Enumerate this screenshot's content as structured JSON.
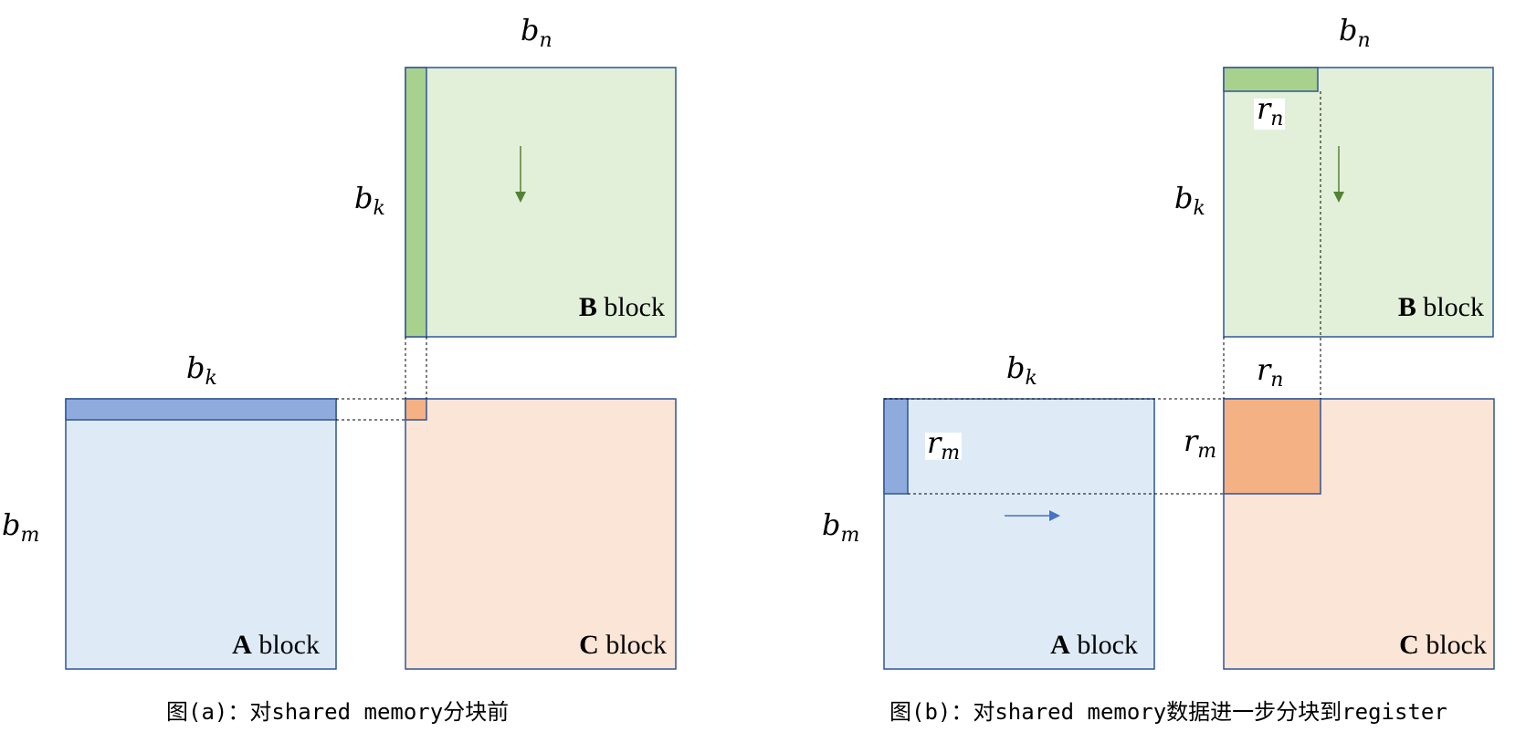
{
  "colors": {
    "a_fill": "#deebf7",
    "a_strip": "#8faadc",
    "b_fill": "#e2f0d9",
    "b_strip": "#a9d18e",
    "c_fill": "#fbe5d6",
    "c_tile": "#f4b183",
    "border": "#2f5597",
    "arrow_green": "#548235",
    "arrow_blue": "#4472c4",
    "dash": "#000000"
  },
  "labels": {
    "bn": {
      "base": "b",
      "sub": "n"
    },
    "bk": {
      "base": "b",
      "sub": "k"
    },
    "bm": {
      "base": "b",
      "sub": "m"
    },
    "rn": {
      "base": "r",
      "sub": "n"
    },
    "rm": {
      "base": "r",
      "sub": "m"
    }
  },
  "blocks": {
    "a": {
      "bold": "A",
      "rest": " block"
    },
    "b": {
      "bold": "B",
      "rest": " block"
    },
    "c": {
      "bold": "C",
      "rest": " block"
    }
  },
  "captions": {
    "left": "图(a)：对shared memory分块前",
    "right": "图(b)：对shared memory数据进一步分块到register"
  }
}
